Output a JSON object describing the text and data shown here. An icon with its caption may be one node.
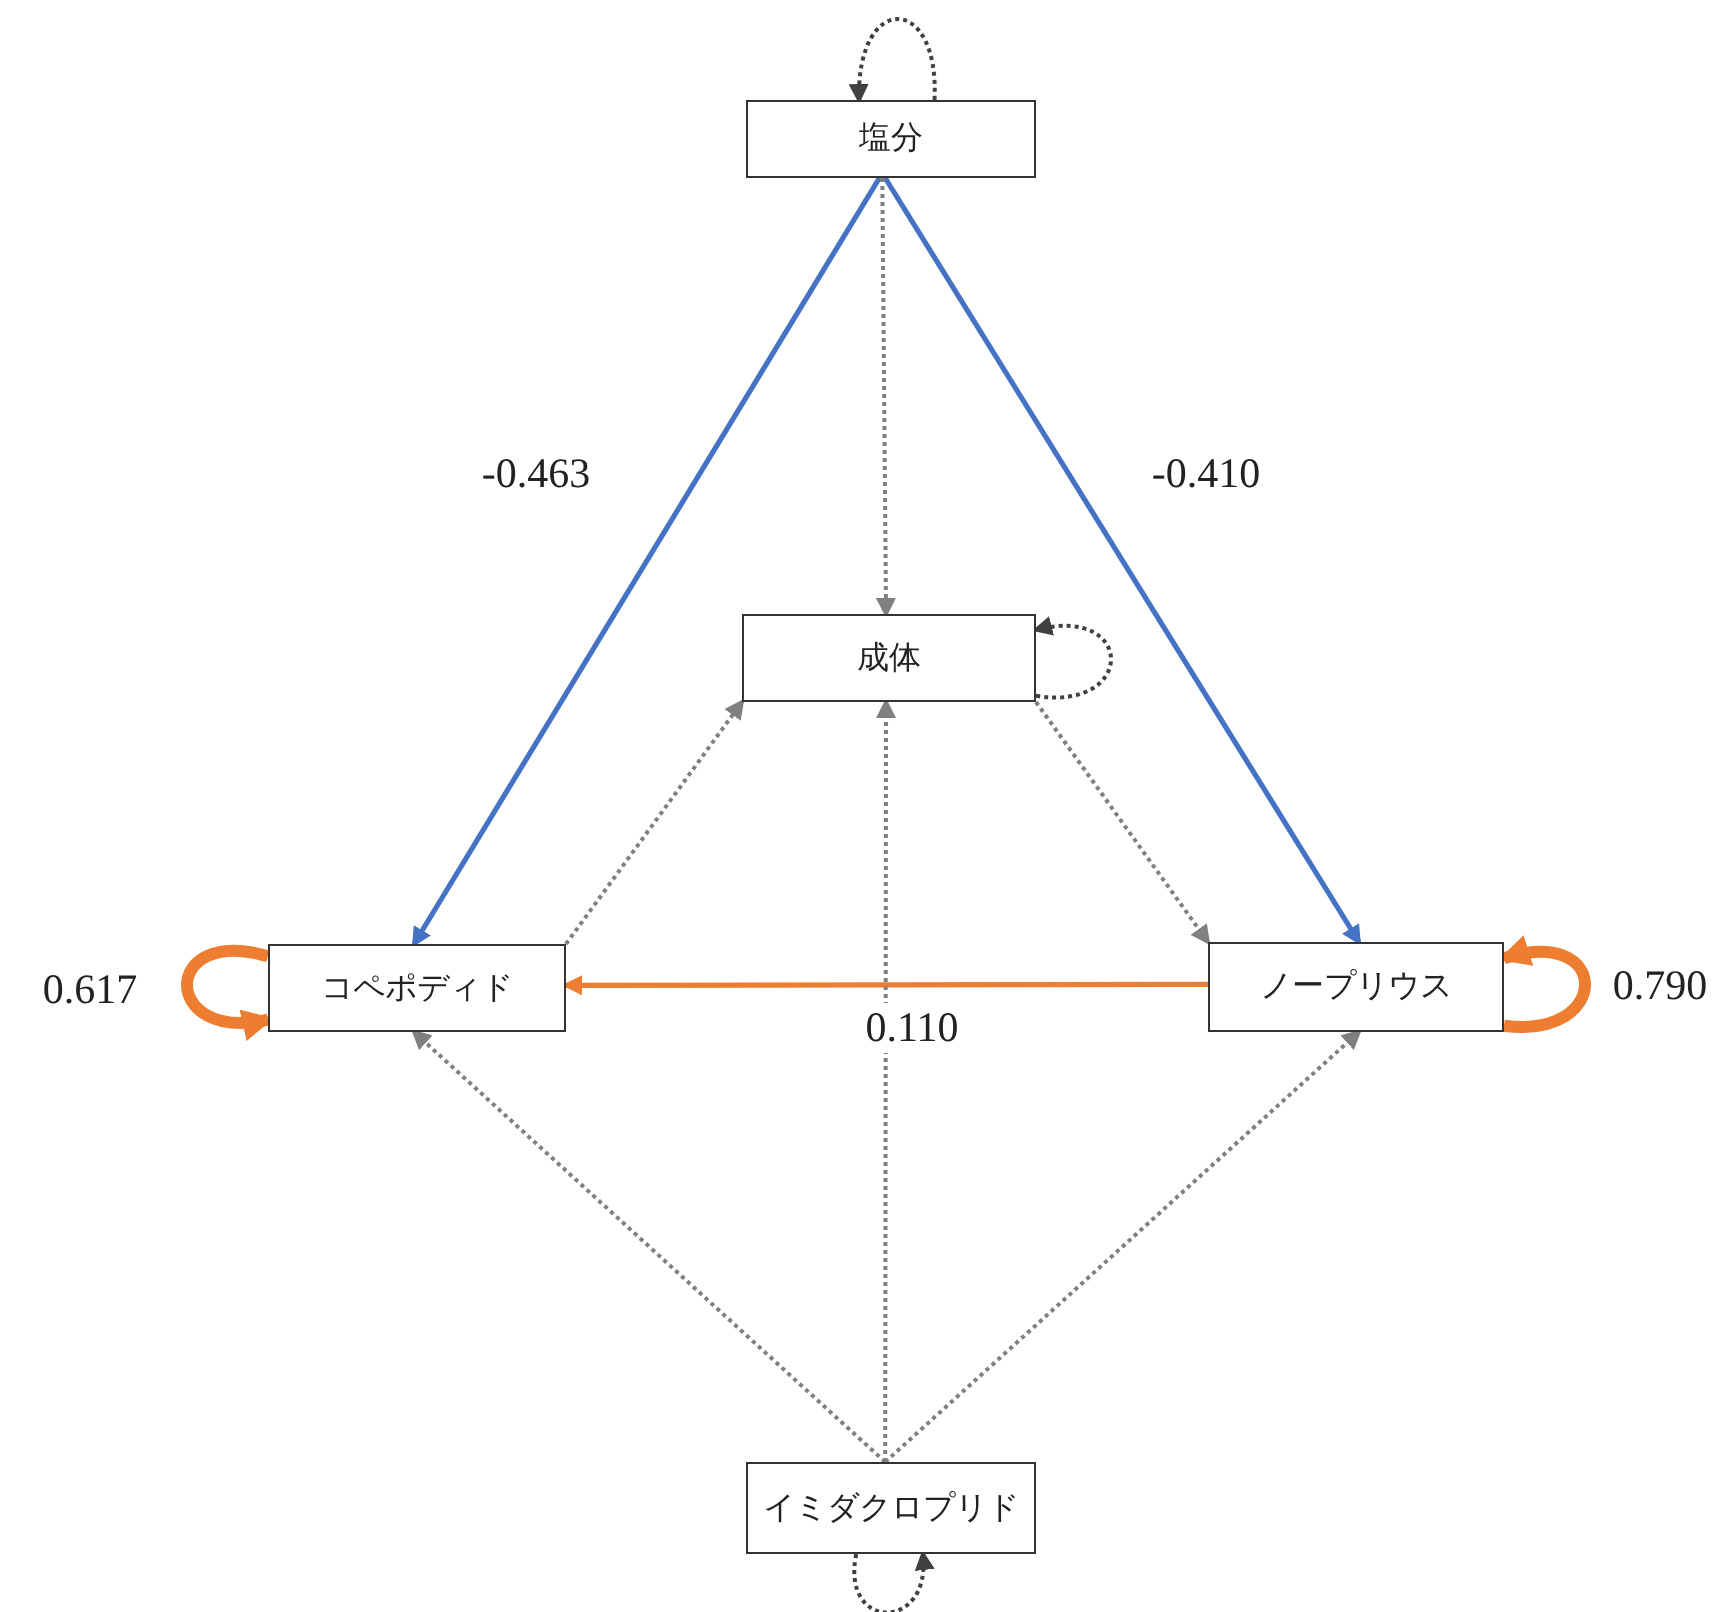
{
  "diagram": {
    "nodes": [
      {
        "text": [
          "塩分"
        ]
      },
      {
        "text": [
          "成体"
        ]
      },
      {
        "text": [
          "コペポディド"
        ]
      },
      {
        "text": [
          "ノープリウス"
        ]
      },
      {
        "text": [
          "イミダクロプリド"
        ]
      }
    ],
    "edges": [
      {
        "from": 0,
        "to": 2,
        "arrow": "to",
        "label": "-0.463",
        "color": "#4472c4"
      },
      {
        "from": 0,
        "to": 3,
        "arrow": "to",
        "label": "-0.410",
        "color": "#4472c4"
      },
      {
        "from": 0,
        "to": 1,
        "arrow": "to",
        "style": "dashed"
      },
      {
        "from": 2,
        "to": 1,
        "arrow": "to",
        "style": "dashed"
      },
      {
        "from": 1,
        "to": 3,
        "arrow": "to",
        "style": "dashed"
      },
      {
        "from": 3,
        "to": 2,
        "arrow": "to",
        "label": "0.110",
        "color": "#ed7d31"
      },
      {
        "from": 4,
        "to": 2,
        "arrow": "to",
        "style": "dashed"
      },
      {
        "from": 4,
        "to": 1,
        "arrow": "to",
        "style": "dashed"
      },
      {
        "from": 4,
        "to": 3,
        "arrow": "to",
        "style": "dashed"
      },
      {
        "from": 0,
        "to": 0,
        "arrow": "to",
        "style": "dashed",
        "color": "#404040"
      },
      {
        "from": 1,
        "to": 1,
        "arrow": "to",
        "style": "dashed",
        "color": "#404040"
      },
      {
        "from": 2,
        "to": 2,
        "arrow": "to",
        "label": "0.617",
        "style": "thick",
        "color": "#ed7d31"
      },
      {
        "from": 3,
        "to": 3,
        "arrow": "to",
        "label": "0.790",
        "style": "thick",
        "color": "#ed7d31"
      },
      {
        "from": 4,
        "to": 4,
        "arrow": "to",
        "style": "dashed",
        "color": "#404040"
      }
    ]
  }
}
